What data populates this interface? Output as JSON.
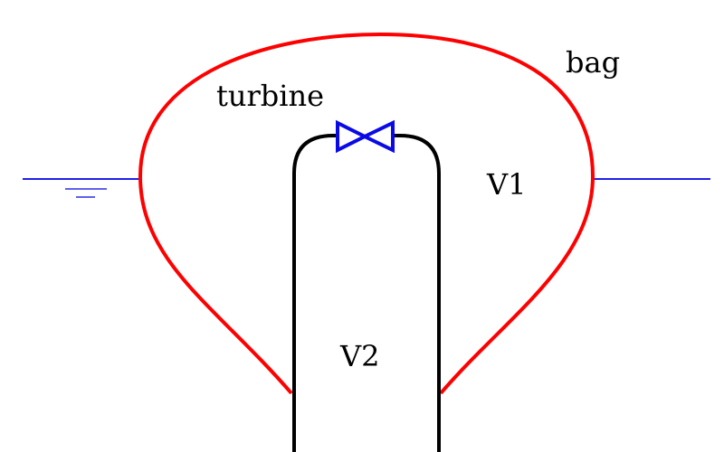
{
  "labels": {
    "turbine": "turbine",
    "bag": "bag",
    "v1": "V1",
    "v2": "V2"
  },
  "colors": {
    "bag": "#ff0000",
    "pipe": "#000000",
    "valve": "#0a0ae6",
    "water": "#2020e8"
  }
}
